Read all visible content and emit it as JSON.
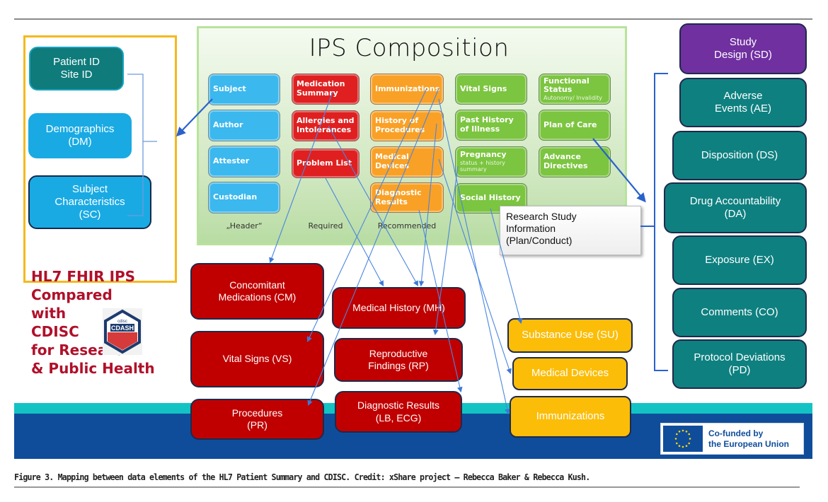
{
  "left_panel": {
    "boxes": [
      {
        "label": "Patient ID\nSite ID"
      },
      {
        "label": "Demographics\n(DM)"
      },
      {
        "label": "Subject\nCharacteristics\n(SC)"
      }
    ]
  },
  "ips": {
    "title": "IPS Composition",
    "header_tiles": [
      "Subject",
      "Author",
      "Attester",
      "Custodian"
    ],
    "required_tiles": [
      "Medication Summary",
      "Allergies and Intolerances",
      "Problem List"
    ],
    "recommended_tiles": [
      "Immunizations",
      "History of Procedures",
      "Medical Devices",
      "Diagnostic Results"
    ],
    "optional_tiles_col1": [
      {
        "label": "Vital Signs",
        "sub": ""
      },
      {
        "label": "Past History of Illness",
        "sub": ""
      },
      {
        "label": "Pregnancy",
        "sub": "status + history summary"
      },
      {
        "label": "Social History",
        "sub": ""
      }
    ],
    "optional_tiles_col2": [
      {
        "label": "Functional Status",
        "sub": "Autonomy/ Invalidity"
      },
      {
        "label": "Plan of Care",
        "sub": ""
      },
      {
        "label": "Advance Directives",
        "sub": ""
      }
    ],
    "column_labels": [
      "„Header“",
      "Required",
      "Recommended"
    ]
  },
  "research_box": "Research Study\nInformation\n(Plan/Conduct)",
  "hl7_title": "HL7 FHIR IPS\nCompared\nwith\nCDISC\nfor Research\n& Public Health",
  "cdash_badge": {
    "top": "cdisc",
    "label": "CDASH"
  },
  "cdisc_red": [
    "Concomitant\nMedications (CM)",
    "Medical History (MH)",
    "Vital Signs (VS)",
    "Reproductive\nFindings (RP)",
    "Procedures\n(PR)",
    "Diagnostic Results\n(LB, ECG)"
  ],
  "cdisc_yellow": [
    "Substance Use (SU)",
    "Medical Devices",
    "Immunizations"
  ],
  "cdisc_right": [
    "Study\nDesign (SD)",
    "Adverse\nEvents (AE)",
    "Disposition (DS)",
    "Drug Accountability\n(DA)",
    "Exposure (EX)",
    "Comments (CO)",
    "Protocol Deviations\n(PD)"
  ],
  "eu_logo": {
    "text": "Co-funded by\nthe European Union"
  },
  "caption": "Figure 3. Mapping between data elements of the HL7 Patient Summary and CDISC. Credit: xShare project – Rebecca Baker & Rebecca Kush.",
  "colors": {
    "teal": "#0f8080",
    "cdisc_red": "#c00000",
    "yellow": "#fbbd08",
    "purple": "#7030a0",
    "cyan": "#1aaae3",
    "connector": "#3a78d8"
  }
}
